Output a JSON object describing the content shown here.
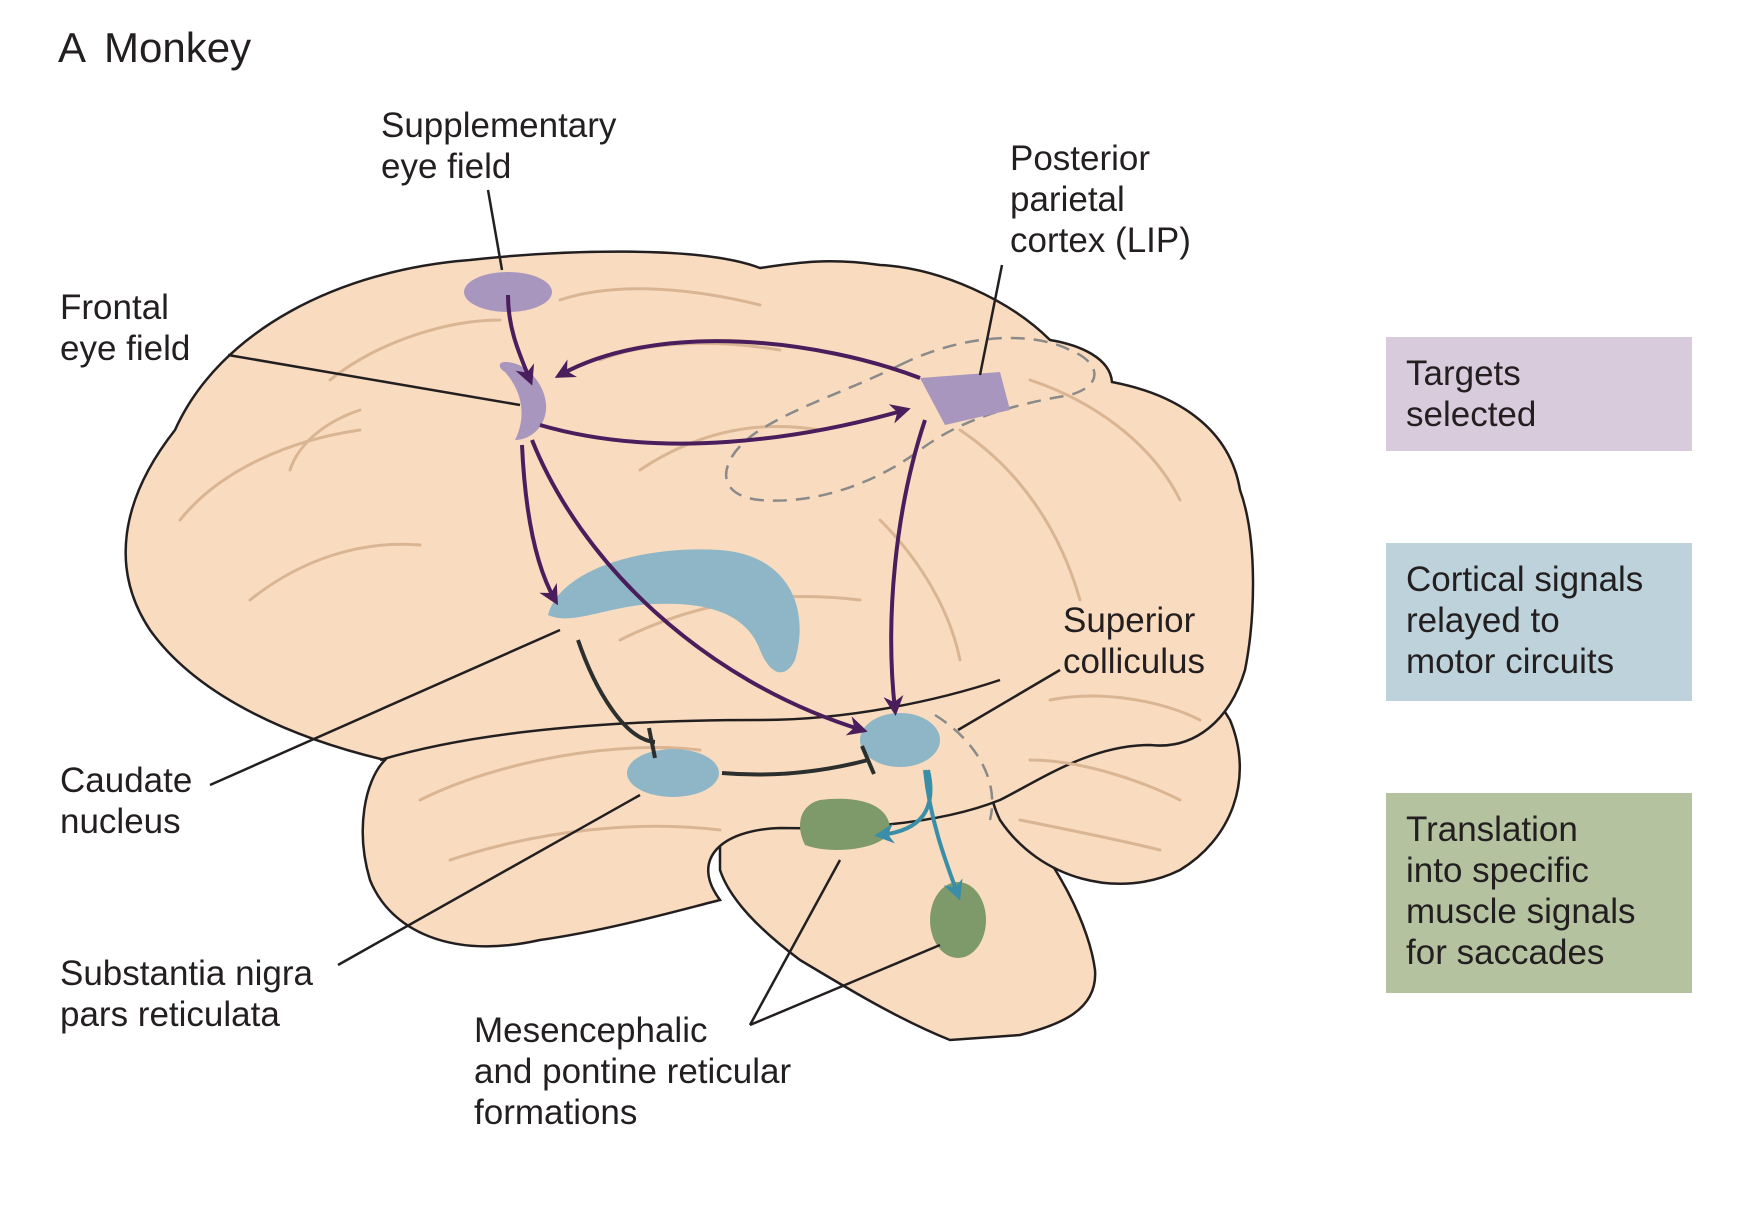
{
  "figure": {
    "panel_letter": "A",
    "panel_title": "Monkey"
  },
  "labels": {
    "supplementary_eye_field": "Supplementary\neye field",
    "frontal_eye_field": "Frontal\neye field",
    "posterior_parietal_cortex": "Posterior\nparietal\ncortex (LIP)",
    "superior_colliculus": "Superior\ncolliculus",
    "caudate_nucleus": "Caudate\nnucleus",
    "substantia_nigra": "Substantia nigra\npars reticulata",
    "reticular_formations": "Mesencephalic\nand pontine reticular\nformations"
  },
  "legend": [
    {
      "text": "Targets\nselected",
      "color": "#d8cbdc"
    },
    {
      "text": "Cortical signals\nrelayed to\nmotor circuits",
      "color": "#bdd2da"
    },
    {
      "text": "Translation\ninto specific\nmuscle signals\nfor saccades",
      "color": "#b4c2a0"
    }
  ],
  "colors": {
    "brain_fill": "#f9dcbf",
    "brain_outline": "#231f20",
    "target_region": "#a996bf",
    "cortical_relay_region": "#8fb6c6",
    "muscle_signal_region": "#7f9a6a",
    "excitatory_arrow": "#4a1e5c",
    "inhibitory_line": "#2b2f2e",
    "brainstem_arrow": "#3b8ea8"
  }
}
